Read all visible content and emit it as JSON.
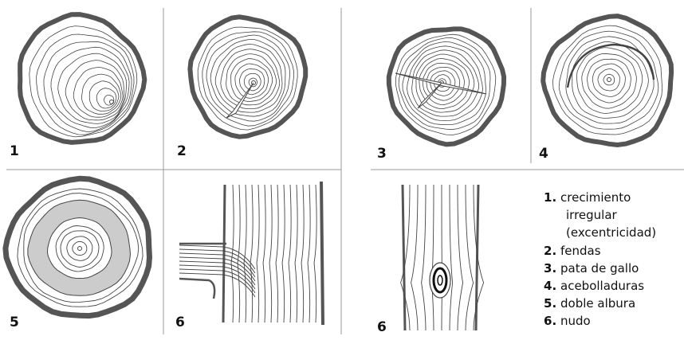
{
  "panels": [
    {
      "id": "p1",
      "label": "1"
    },
    {
      "id": "p2",
      "label": "2"
    },
    {
      "id": "p3",
      "label": "3"
    },
    {
      "id": "p4",
      "label": "4"
    },
    {
      "id": "p5",
      "label": "5"
    },
    {
      "id": "p6a",
      "label": "6"
    },
    {
      "id": "p6b",
      "label": "6"
    }
  ],
  "legend": [
    {
      "num": "1",
      "sep": ".",
      "lines": [
        "crecimiento",
        "irregular",
        "(excentricidad)"
      ]
    },
    {
      "num": "2",
      "sep": ".",
      "lines": [
        "fendas"
      ]
    },
    {
      "num": "3",
      "sep": ".",
      "lines": [
        "pata de gallo"
      ]
    },
    {
      "num": "4",
      "sep": ".",
      "lines": [
        "acebolladuras"
      ]
    },
    {
      "num": "5",
      "sep": ".",
      "lines": [
        "doble albura"
      ]
    },
    {
      "num": "6",
      "sep": ".",
      "lines": [
        "nudo"
      ]
    }
  ],
  "colors": {
    "bark": "#555555",
    "ring": "#444444",
    "sapwood": "#cccccc",
    "divider": "#999999"
  }
}
